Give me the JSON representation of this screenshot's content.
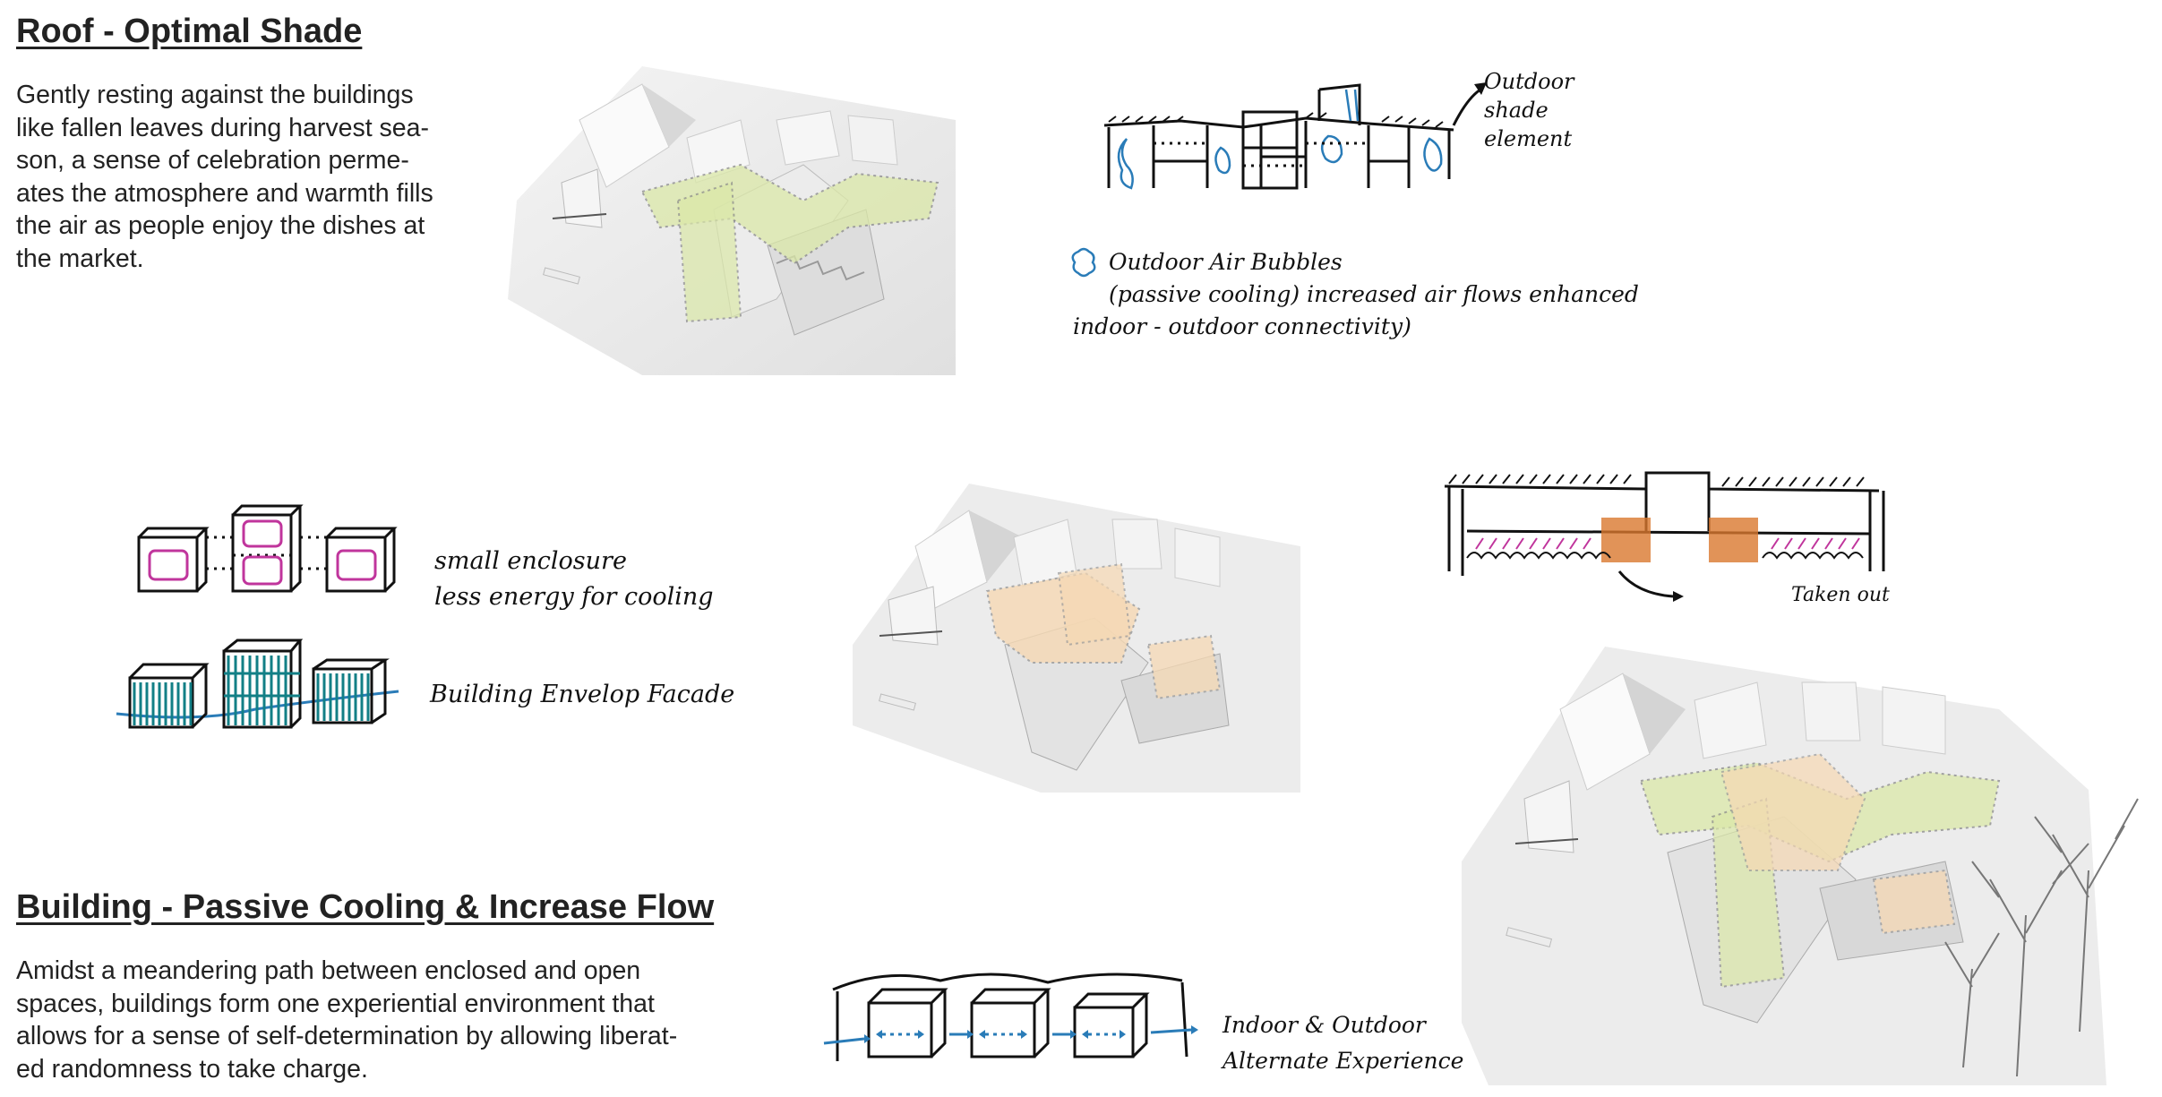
{
  "roof": {
    "title": "Roof - Optimal Shade",
    "lines": [
      "Gently resting against the buildings",
      "like fallen leaves during harvest sea-",
      "son, a sense of celebration perme-",
      "ates the atmosphere and warmth fills",
      "the air as people enjoy the dishes at",
      "the market."
    ]
  },
  "building": {
    "title": "Building - Passive Cooling & Increase Flow",
    "lines": [
      "Amidst a meandering path between enclosed and open",
      "spaces, buildings form one experiential environment that",
      "allows for a sense of self-determination by allowing liberat-",
      "ed randomness to take charge."
    ]
  },
  "notes": {
    "shade": [
      "Outdoor",
      "shade",
      "element"
    ],
    "bubbles": [
      "Outdoor Air Bubbles",
      "(passive cooling) increased air flows enhanced",
      "indoor - outdoor connectivity)"
    ],
    "enclosure": [
      "small enclosure",
      "less energy for cooling"
    ],
    "envelope": "Building Envelop Facade",
    "taken": "Taken out",
    "indoor": [
      "Indoor & Outdoor",
      "Alternate Experience"
    ]
  },
  "colors": {
    "text": "#222222",
    "sketch": "#111111",
    "blue": "#2a7cb8",
    "magenta": "#c0359c",
    "teal": "#127f86",
    "orange": "#d9782e",
    "green_overlay": "#dbe8a8",
    "peach_overlay": "#f6d9b4",
    "model": "#e9e9e9"
  }
}
